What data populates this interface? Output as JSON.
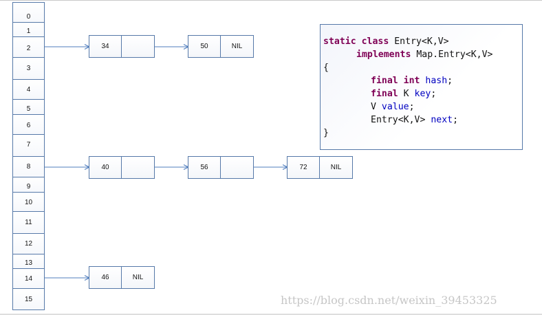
{
  "buckets": [
    "0",
    "1",
    "2",
    "3",
    "4",
    "5",
    "6",
    "7",
    "8",
    "9",
    "10",
    "11",
    "12",
    "13",
    "14",
    "15"
  ],
  "nodes": {
    "n34": {
      "key": "34",
      "next": ""
    },
    "n50": {
      "key": "50",
      "next": "NIL"
    },
    "n40": {
      "key": "40",
      "next": ""
    },
    "n56": {
      "key": "56",
      "next": ""
    },
    "n72": {
      "key": "72",
      "next": "NIL"
    },
    "n46": {
      "key": "46",
      "next": "NIL"
    }
  },
  "code": {
    "l1_kw": "static class",
    "l1_rest": " Entry<K,V>",
    "l2_kw": "implements",
    "l2_rest": " Map.Entry<K,V>",
    "l3": "{",
    "l4_kw": "final int",
    "l4_field": " hash",
    "l4_end": ";",
    "l5_kw": "final",
    "l5_type": " K ",
    "l5_field": "key",
    "l5_end": ";",
    "l6_type": "V ",
    "l6_field": "value",
    "l6_end": ";",
    "l7_type": "Entry<K,V> ",
    "l7_field": "next",
    "l7_end": ";",
    "l8": "}"
  },
  "colors": {
    "keyword": "#7f0055",
    "field": "#0000c0",
    "border": "#5578a8",
    "arrow": "#4f7dbe"
  },
  "watermark": "https://blog.csdn.net/weixin_39453325"
}
